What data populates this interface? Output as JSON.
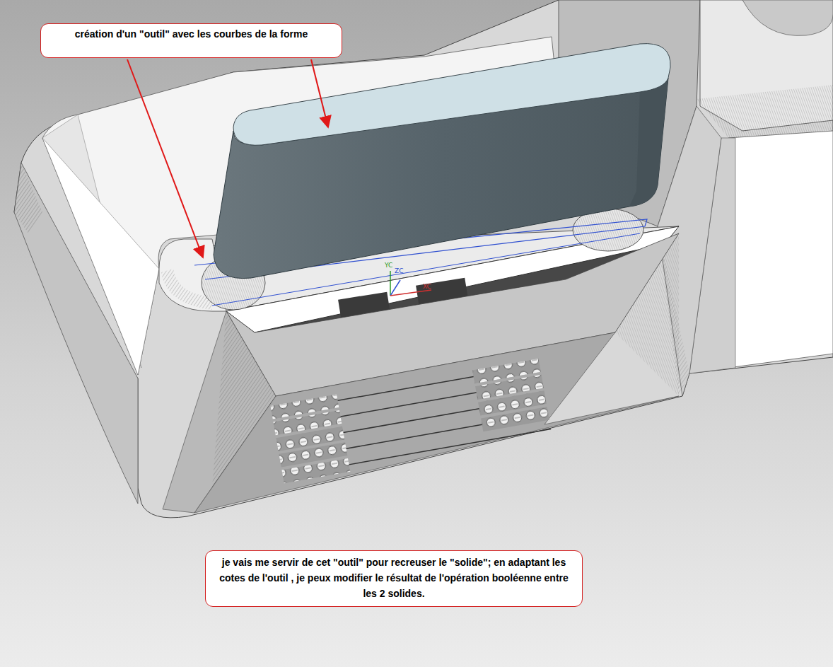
{
  "diagram": {
    "nodes": [
      {
        "text": [
          "création d'un \"outil\" avec les courbes de la forme"
        ]
      },
      {
        "text": [
          "je vais me servir de cet \"outil\" pour recreuser le \"solide\"; en adaptant les cotes de l'outil , je peux modifier le résultat de l'opération booléenne entre les 2 solides."
        ]
      }
    ],
    "labels": [
      "YC",
      "ZC",
      "XC"
    ]
  }
}
